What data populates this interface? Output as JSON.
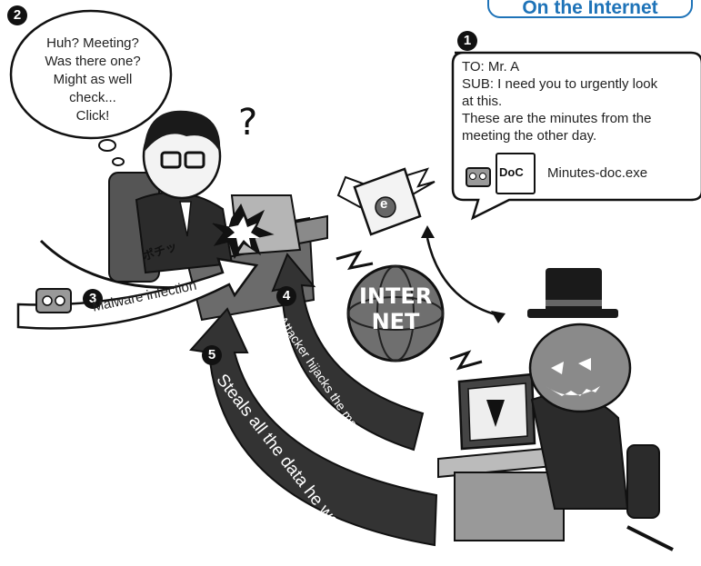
{
  "header": {
    "label": "On the Internet"
  },
  "steps": {
    "s1": "1",
    "s2": "2",
    "s3": "3",
    "s4": "4",
    "s5": "5"
  },
  "thought_bubble": {
    "lines": [
      "Huh? Meeting?",
      "Was there one?",
      "Might as well",
      "check...",
      "Click!"
    ]
  },
  "email": {
    "to": "TO: Mr. A",
    "sub_line1": "SUB: I need you to urgently look",
    "sub_line2": "at this.",
    "body_line1": "These are the minutes from the",
    "body_line2": "meeting the other day.",
    "attachment_badge": "DoC",
    "attachment_name": "Minutes-doc.exe"
  },
  "envelope_letter": "e",
  "internet": {
    "line1": "INTER",
    "line2": "NET"
  },
  "sound_effect": "ポチッ",
  "captions": {
    "malware": "Malware infection",
    "hijack": "Attacker hijacks the machine",
    "steal": "Steals all the data he wants"
  },
  "question_mark": "?"
}
